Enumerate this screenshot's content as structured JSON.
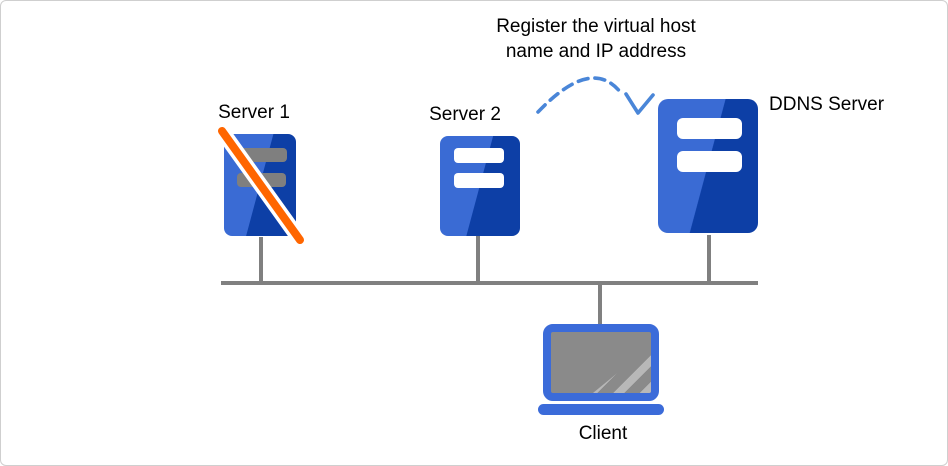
{
  "annotation": {
    "line1": "Register the virtual host",
    "line2": "name and IP address"
  },
  "nodes": {
    "server1": {
      "label": "Server 1",
      "status": "failed"
    },
    "server2": {
      "label": "Server 2",
      "status": "active"
    },
    "ddns_server": {
      "label": "DDNS Server"
    },
    "client": {
      "label": "Client"
    }
  },
  "colors": {
    "server_blue_light": "#3a6bd4",
    "server_blue_dark": "#0d3fa6",
    "failure_slash_orange": "#ff6600",
    "offline_bar_gray": "#7f7f7f",
    "network_line_gray": "#808080",
    "arrow_blue": "#4a86d8",
    "laptop_blue": "#3b6bd9",
    "screen_gray": "#8a8a8a",
    "border_gray": "#cfcfcf"
  }
}
